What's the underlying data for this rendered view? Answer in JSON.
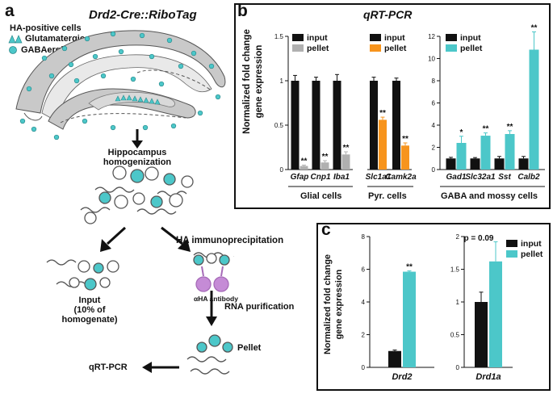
{
  "panel_a": {
    "letter": "a",
    "mouse_line": "Drd2-Cre::RiboTag",
    "legend_title": "HA-positive cells",
    "legend_glut": "Glutamatergic",
    "legend_gaba": "GABAergic",
    "step_homogenization": [
      "Hippocampus",
      "homogenization"
    ],
    "step_ip": "HA immunoprecipitation",
    "antibody_label": "αHA antibody",
    "step_input": [
      "Input",
      "(10% of homogenate)"
    ],
    "step_rna": "RNA purification",
    "step_pellet": "Pellet",
    "step_qpcr": "qRT-PCR",
    "colors": {
      "gaba": "#4cc7c9",
      "glut": "#4cc7c9",
      "antibody": "#c58bd6",
      "tissue": "#bdbdbd"
    }
  },
  "panel_b": {
    "letter": "b",
    "title": "qRT-PCR",
    "ylabel": [
      "Normalized fold change",
      "gene expression"
    ],
    "group_labels": [
      "Glial cells",
      "Pyr. cells",
      "GABA and mossy cells"
    ]
  },
  "panel_c": {
    "letter": "c",
    "ylabel": [
      "Normalized fold change",
      "gene expression"
    ],
    "annotation": "p = 0.09"
  },
  "chart_data": [
    {
      "id": "b1",
      "type": "bar",
      "categories": [
        "Gfap",
        "Cnp1",
        "Iba1"
      ],
      "series": [
        {
          "name": "input",
          "color": "#111111",
          "values": [
            1.0,
            1.0,
            1.0
          ],
          "errors": [
            0.06,
            0.04,
            0.07
          ]
        },
        {
          "name": "pellet",
          "color": "#b0b0b0",
          "values": [
            0.04,
            0.08,
            0.17
          ],
          "errors": [
            0.01,
            0.02,
            0.03
          ]
        }
      ],
      "significance": [
        "**",
        "**",
        "**"
      ],
      "ylim": [
        0,
        1.5
      ],
      "yticks": [
        0,
        0.5,
        1,
        1.5
      ],
      "ytick_labels": [
        "0",
        "0.5",
        "1",
        "1.5"
      ]
    },
    {
      "id": "b2",
      "type": "bar",
      "categories": [
        "Slc1a1",
        "Camk2a"
      ],
      "series": [
        {
          "name": "input",
          "color": "#111111",
          "values": [
            1.0,
            1.0
          ],
          "errors": [
            0.04,
            0.03
          ]
        },
        {
          "name": "pellet",
          "color": "#f7941d",
          "values": [
            0.56,
            0.27
          ],
          "errors": [
            0.03,
            0.03
          ]
        }
      ],
      "significance": [
        "**",
        "**"
      ],
      "ylim": [
        0,
        1.5
      ]
    },
    {
      "id": "b3",
      "type": "bar",
      "categories": [
        "Gad1",
        "Slc32a1",
        "Sst",
        "Calb2"
      ],
      "series": [
        {
          "name": "input",
          "color": "#111111",
          "values": [
            1.0,
            1.0,
            1.0,
            1.0
          ],
          "errors": [
            0.1,
            0.08,
            0.18,
            0.18
          ]
        },
        {
          "name": "pellet",
          "color": "#4cc7c9",
          "values": [
            2.4,
            3.05,
            3.2,
            10.8
          ],
          "errors": [
            0.6,
            0.25,
            0.3,
            1.6
          ]
        }
      ],
      "significance": [
        "*",
        "**",
        "**",
        "**"
      ],
      "ylim": [
        0,
        12
      ],
      "yticks": [
        0,
        2,
        4,
        6,
        8,
        10,
        12
      ],
      "ytick_labels": [
        "0",
        "2",
        "4",
        "6",
        "8",
        "10",
        "12"
      ]
    },
    {
      "id": "c1",
      "type": "bar",
      "categories": [
        "Drd2"
      ],
      "series": [
        {
          "name": "input",
          "color": "#111111",
          "values": [
            1.0
          ],
          "errors": [
            0.06
          ]
        },
        {
          "name": "pellet",
          "color": "#4cc7c9",
          "values": [
            5.85
          ],
          "errors": [
            0.05
          ]
        }
      ],
      "significance": [
        "**"
      ],
      "ylim": [
        0,
        8
      ],
      "yticks": [
        0,
        2,
        4,
        6,
        8
      ],
      "ytick_labels": [
        "0",
        "2",
        "4",
        "6",
        "8"
      ]
    },
    {
      "id": "c2",
      "type": "bar",
      "categories": [
        "Drd1a"
      ],
      "series": [
        {
          "name": "input",
          "color": "#111111",
          "values": [
            1.0
          ],
          "errors": [
            0.15
          ]
        },
        {
          "name": "pellet",
          "color": "#4cc7c9",
          "values": [
            1.62
          ],
          "errors": [
            0.3
          ]
        }
      ],
      "ylim": [
        0,
        2
      ],
      "yticks": [
        0,
        0.5,
        1,
        1.5,
        2
      ],
      "ytick_labels": [
        "0",
        "0.5",
        "1",
        "1.5",
        "2"
      ]
    }
  ]
}
